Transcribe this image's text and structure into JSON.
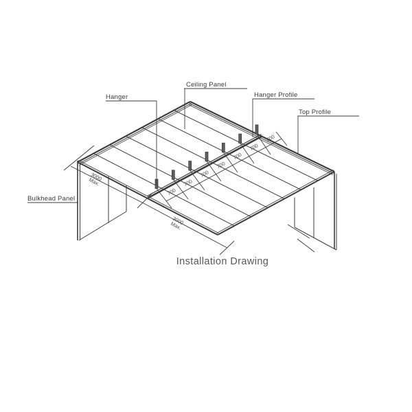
{
  "title": "Installation Drawing",
  "labels": {
    "hanger": "Hanger",
    "ceiling_panel": "Ceiling Panel",
    "hanger_profile": "Hanger Profile",
    "top_profile": "Top Profile",
    "bulkhead_panel": "Bulkhead Panel"
  },
  "dimensions": {
    "hanger_spacing": {
      "labels": [
        "700",
        "700",
        "700",
        "700",
        "700",
        "700",
        "700"
      ]
    },
    "span_left": {
      "value": "3000",
      "unit": "Max."
    },
    "span_front": {
      "value": "3000",
      "unit": "Max."
    }
  },
  "colors": {
    "line": "#3d3d3d",
    "text": "#3a3a3a",
    "title_text": "#585858",
    "hanger_fill": "#5f5f5f"
  }
}
